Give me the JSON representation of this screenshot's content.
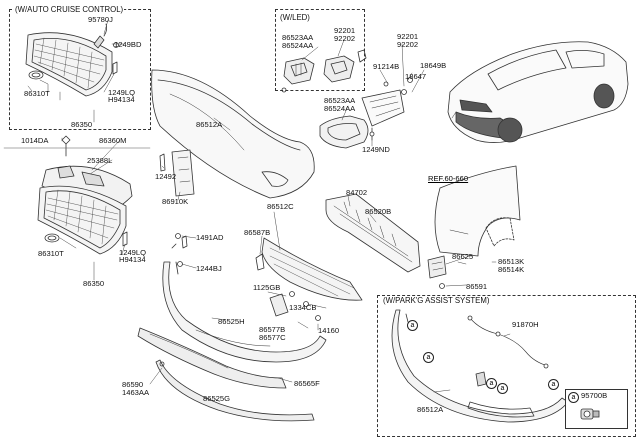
{
  "boxes": {
    "cruise_title": "(W/AUTO CRUISE CONTROL)",
    "led_title": "(W/LED)",
    "park_title": "(W/PARK'G ASSIST SYSTEM)"
  },
  "reference": "REF.60-660",
  "callout_symbol": "a",
  "labels": {
    "p95780J": "95780J",
    "p1249BD": "1249BD",
    "p86310T_a": "86310T",
    "p1249LQ_a": "1249LQ",
    "pH94134_a": "H94134",
    "p86350_a": "86350",
    "p86523AA_a": "86523AA",
    "p86524AA_a": "86524AA",
    "p92201_a": "92201",
    "p92202_a": "92202",
    "p92201_b": "92201",
    "p92202_b": "92202",
    "p91214B": "91214B",
    "p18647": "18647",
    "p18649B": "18649B",
    "p86512A_a": "86512A",
    "p86523AA_b": "86523AA",
    "p86524AA_b": "86524AA",
    "p1249ND": "1249ND",
    "p1014DA": "1014DA",
    "p86360M": "86360M",
    "p25388L": "25388L",
    "p12492": "12492",
    "p86910K": "86910K",
    "p84702": "84702",
    "p86520B": "86520B",
    "p86512C": "86512C",
    "p86587B": "86587B",
    "p86310T_b": "86310T",
    "p1249LQ_b": "1249LQ",
    "pH94134_b": "H94134",
    "p86350_b": "86350",
    "p1491AD": "1491AD",
    "p1244BJ": "1244BJ",
    "p86625": "86625",
    "p86513K": "86513K",
    "p86514K": "86514K",
    "p86591": "86591",
    "p1125GB": "1125GB",
    "p1334CB": "1334CB",
    "p86525H": "86525H",
    "p86577B": "86577B",
    "p86577C": "86577C",
    "p14160": "14160",
    "p86565F": "86565F",
    "p86590": "86590",
    "p1463AA": "1463AA",
    "p86525G": "86525G",
    "p91870H": "91870H",
    "p86512A_b": "86512A",
    "p95700B": "95700B"
  }
}
